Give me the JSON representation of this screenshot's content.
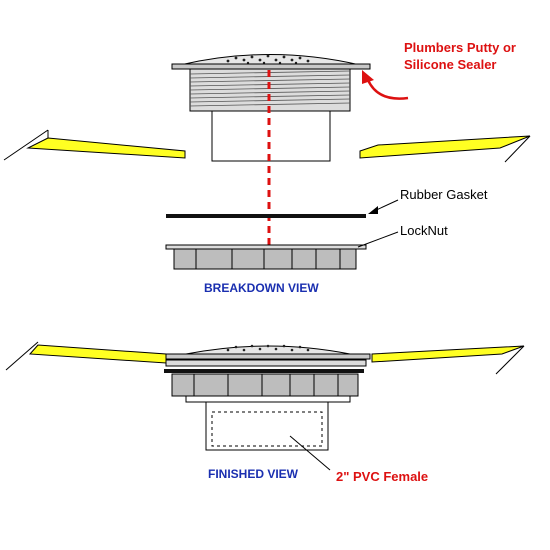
{
  "labels": {
    "putty_line1": "Plumbers Putty or",
    "putty_line2": "Silicone Sealer",
    "gasket": "Rubber Gasket",
    "locknut": "LockNut",
    "breakdown_view": "BREAKDOWN VIEW",
    "finished_view": "FINISHED VIEW",
    "pvc_female": "2\" PVC Female"
  },
  "colors": {
    "floor": "#ffff22",
    "putty_label": "#dd1111",
    "view_title": "#1a2fb0",
    "guide_line": "#dd1111",
    "part_fill": "#c8c8c8",
    "locknut_fill": "#bdbdbd"
  }
}
